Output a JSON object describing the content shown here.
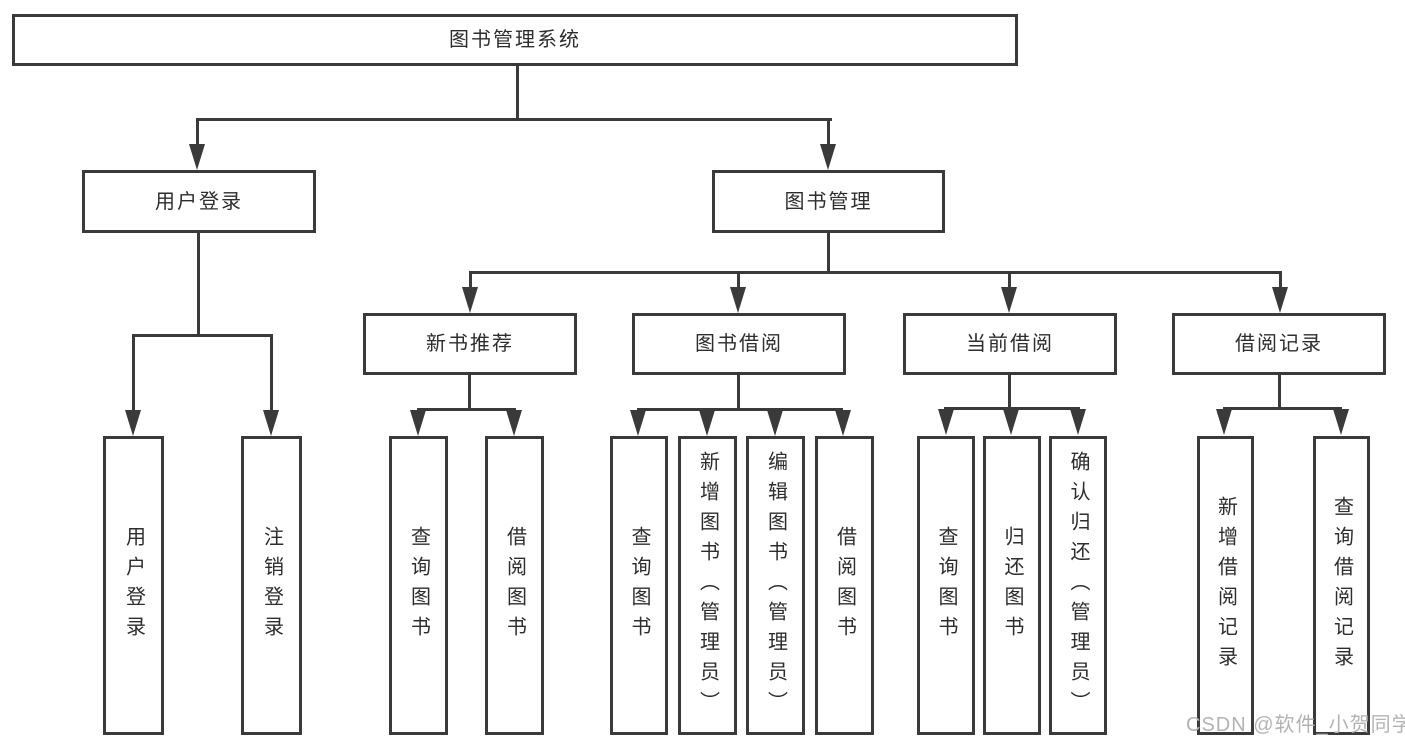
{
  "tree": {
    "label": "图书管理系统",
    "children": [
      {
        "label": "用户登录",
        "children": [
          {
            "label": "用户登录"
          },
          {
            "label": "注销登录"
          }
        ]
      },
      {
        "label": "图书管理",
        "children": [
          {
            "label": "新书推荐",
            "children": [
              {
                "label": "查询图书"
              },
              {
                "label": "借阅图书"
              }
            ]
          },
          {
            "label": "图书借阅",
            "children": [
              {
                "label": "查询图书"
              },
              {
                "label": "新增图书（管理员）"
              },
              {
                "label": "编辑图书（管理员）"
              },
              {
                "label": "借阅图书"
              }
            ]
          },
          {
            "label": "当前借阅",
            "children": [
              {
                "label": "查询图书"
              },
              {
                "label": "归还图书"
              },
              {
                "label": "确认归还（管理员）"
              }
            ]
          },
          {
            "label": "借阅记录",
            "children": [
              {
                "label": "新增借阅记录"
              },
              {
                "label": "查询借阅记录"
              }
            ]
          }
        ]
      }
    ]
  },
  "watermark": {
    "text": "CSDN @软件_小贺同学"
  },
  "colors": {
    "line": "#3a3a3a",
    "text": "#2d2d2d",
    "watermark": "#b3b3b3",
    "background": "#ffffff"
  }
}
